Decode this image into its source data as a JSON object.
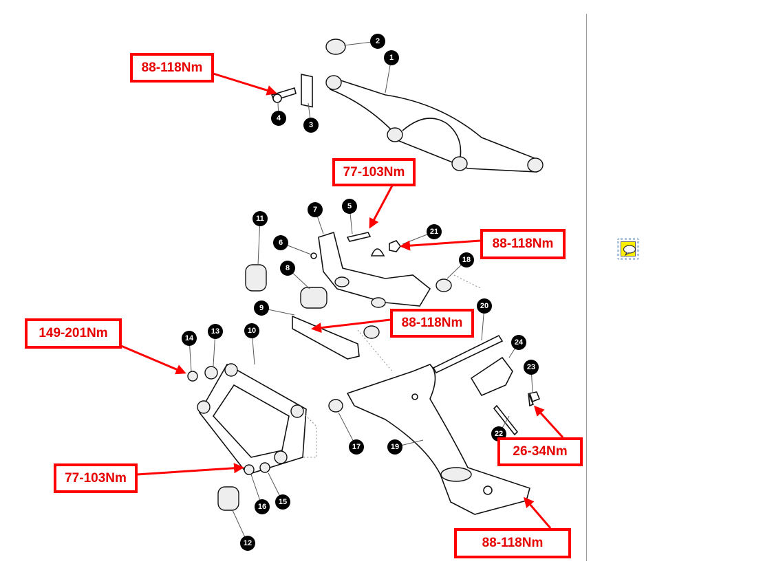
{
  "diagram": {
    "part_numbers": [
      "1",
      "2",
      "3",
      "4",
      "5",
      "6",
      "7",
      "8",
      "9",
      "10",
      "11",
      "12",
      "13",
      "14",
      "15",
      "16",
      "17",
      "18",
      "19",
      "20",
      "21",
      "22",
      "23",
      "24"
    ],
    "torque_labels": {
      "bolt_4": "88-118Nm",
      "bolt_5": "77-103Nm",
      "nut_21": "88-118Nm",
      "bracket_9": "88-118Nm",
      "nut_14": "149-201Nm",
      "bolt_23": "26-34Nm",
      "nut_16": "77-103Nm",
      "arm_19_end": "88-118Nm"
    }
  },
  "sidebar": {
    "comment_icon": "speech-bubble-note-icon"
  },
  "colors": {
    "callout": "#ff0000",
    "note_bg": "#ffef00"
  }
}
